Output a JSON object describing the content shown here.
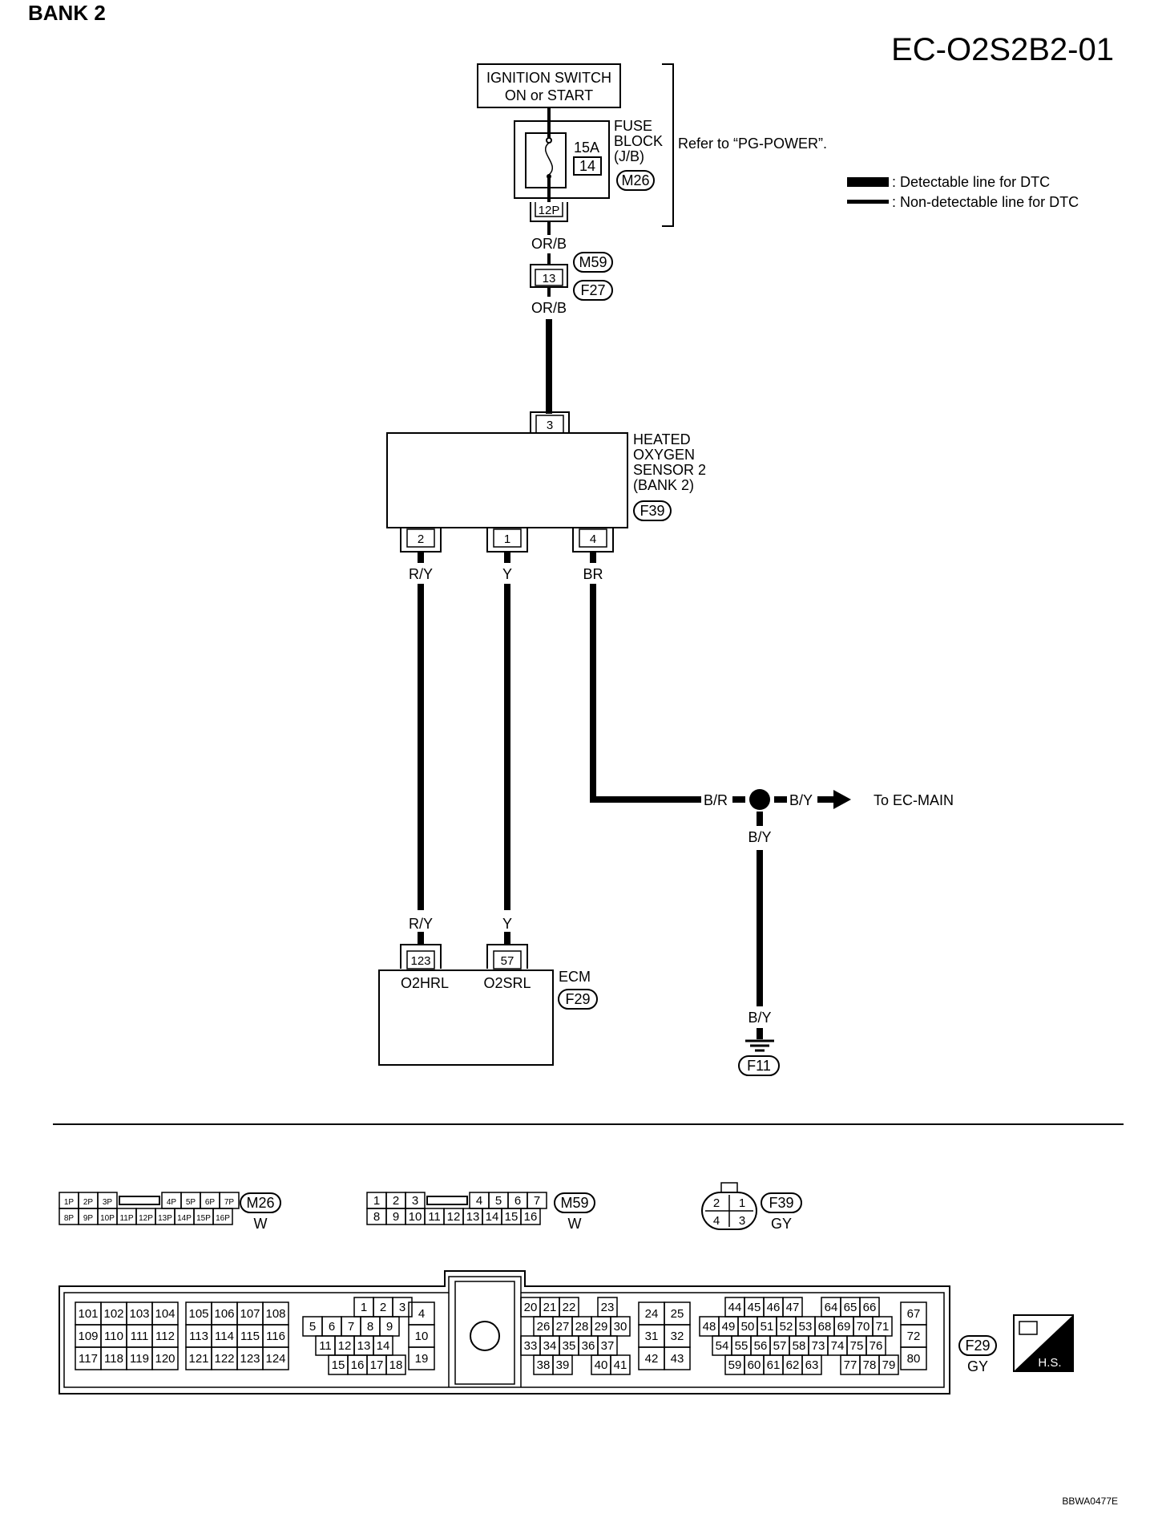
{
  "header": {
    "bank": "BANK 2",
    "diagram_id": "EC-O2S2B2-01",
    "ref_code": "BBWA0477E"
  },
  "legend": {
    "detectable": ": Detectable line for DTC",
    "non_detectable": ": Non-detectable line for DTC"
  },
  "ignition": {
    "line1": "IGNITION SWITCH",
    "line2": "ON or START"
  },
  "fuse": {
    "amps": "15A",
    "number": "14",
    "label1": "FUSE",
    "label2": "BLOCK",
    "label3": "(J/B)",
    "connector": "M26",
    "terminal": "12P",
    "refer": "Refer to “PG-POWER”."
  },
  "joint": {
    "terminal": "13",
    "conn_top": "M59",
    "conn_bottom": "F27"
  },
  "sensor": {
    "line1": "HEATED",
    "line2": "OXYGEN",
    "line3": "SENSOR 2",
    "line4": "(BANK 2)",
    "connector": "F39",
    "pin_top": "3",
    "pin_a": "2",
    "pin_b": "1",
    "pin_c": "4"
  },
  "wires": {
    "orb": "OR/B",
    "ry": "R/Y",
    "y": "Y",
    "br": "BR",
    "br_r": "B/R",
    "b_y": "B/Y",
    "to_main": "To EC-MAIN"
  },
  "ecm": {
    "label": "ECM",
    "connector": "F29",
    "pin_a": "123",
    "pin_b": "57",
    "sig_a": "O2HRL",
    "sig_b": "O2SRL"
  },
  "ground": {
    "connector": "F11"
  },
  "connectors": {
    "m26": {
      "name": "M26",
      "color": "W",
      "top": [
        "1P",
        "2P",
        "3P",
        "4P",
        "5P",
        "6P",
        "7P"
      ],
      "bottom": [
        "8P",
        "9P",
        "10P",
        "11P",
        "12P",
        "13P",
        "14P",
        "15P",
        "16P"
      ]
    },
    "m59": {
      "name": "M59",
      "color": "W",
      "top": [
        "1",
        "2",
        "3",
        "4",
        "5",
        "6",
        "7"
      ],
      "bottom": [
        "8",
        "9",
        "10",
        "11",
        "12",
        "13",
        "14",
        "15",
        "16"
      ]
    },
    "f39": {
      "name": "F39",
      "color": "GY",
      "pins": [
        "2",
        "1",
        "4",
        "3"
      ]
    },
    "f29": {
      "name": "F29",
      "color": "GY",
      "hs": "H.S.",
      "g1": [
        [
          "101",
          "102",
          "103",
          "104"
        ],
        [
          "109",
          "110",
          "111",
          "112"
        ],
        [
          "117",
          "118",
          "119",
          "120"
        ]
      ],
      "g2": [
        [
          "105",
          "106",
          "107",
          "108"
        ],
        [
          "113",
          "114",
          "115",
          "116"
        ],
        [
          "121",
          "122",
          "123",
          "124"
        ]
      ],
      "g3": [
        [
          "1",
          "2",
          "3"
        ],
        [
          "5",
          "6",
          "7",
          "8",
          "9"
        ],
        [
          "11",
          "12",
          "13",
          "14"
        ],
        [
          "15",
          "16",
          "17",
          "18"
        ]
      ],
      "g4": [
        "4",
        "10",
        "19"
      ],
      "g5": [
        [
          "20",
          "21",
          "22",
          "23"
        ],
        [
          "26",
          "27",
          "28",
          "29",
          "30"
        ],
        [
          "33",
          "34",
          "35",
          "36",
          "37"
        ],
        [
          "38",
          "39",
          "40",
          "41"
        ]
      ],
      "g6": [
        [
          "24",
          "25"
        ],
        [
          "31",
          "32"
        ],
        [
          "42",
          "43"
        ]
      ],
      "g7": [
        [
          "44",
          "45",
          "46",
          "47",
          "64",
          "65",
          "66"
        ],
        [
          "48",
          "49",
          "50",
          "51",
          "52",
          "53",
          "68",
          "69",
          "70",
          "71"
        ],
        [
          "54",
          "55",
          "56",
          "57",
          "58",
          "73",
          "74",
          "75",
          "76"
        ],
        [
          "59",
          "60",
          "61",
          "62",
          "63",
          "77",
          "78",
          "79"
        ]
      ],
      "g8": [
        "67",
        "72",
        "80"
      ]
    }
  }
}
